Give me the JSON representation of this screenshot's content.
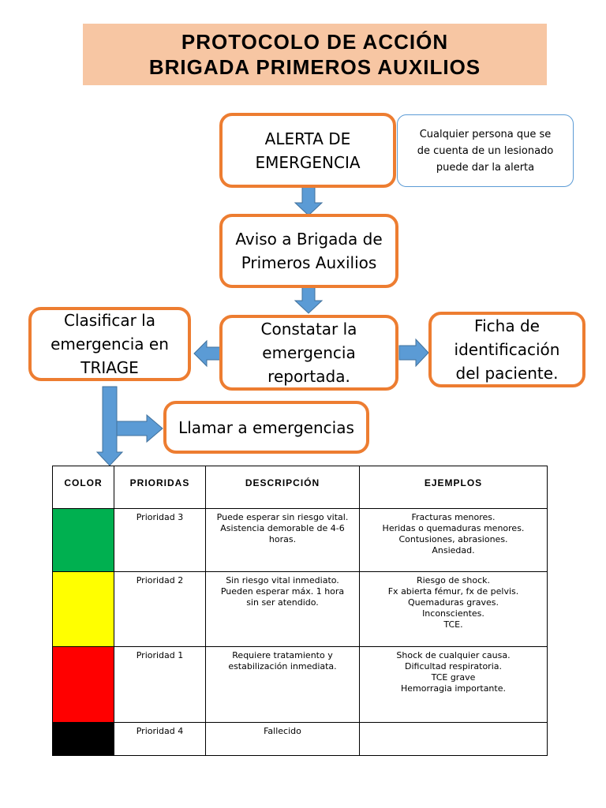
{
  "title": {
    "line1": "PROTOCOLO DE ACCIÓN",
    "line2": "BRIGADA PRIMEROS AUXILIOS"
  },
  "flow": {
    "alerta": "ALERTA DE\nEMERGENCIA",
    "alerta_note": "Cualquier persona que se\nde cuenta de un lesionado\npuede dar la alerta",
    "aviso": "Aviso a Brigada de\nPrimeros Auxilios",
    "constatar": "Constatar la\nemergencia\nreportada.",
    "clasificar": "Clasificar la\nemergencia en\nTRIAGE",
    "ficha": "Ficha de\nidentificación\ndel paciente.",
    "llamar": "Llamar a emergencias"
  },
  "colors": {
    "box_border": "#ed7d31",
    "arrow": "#5b9bd5",
    "banner": "#f7c6a3"
  },
  "table": {
    "headers": [
      "COLOR",
      "PRIORIDAS",
      "DESCRIPCIÓN",
      "EJEMPLOS"
    ],
    "rows": [
      {
        "color": "#00b050",
        "priority": "Prioridad 3",
        "description": "Puede esperar sin riesgo vital.\nAsistencia demorable de 4-6\nhoras.",
        "examples": "Fracturas menores.\nHeridas o quemaduras menores.\nContusiones, abrasiones.\nAnsiedad."
      },
      {
        "color": "#ffff00",
        "priority": "Prioridad 2",
        "description": "Sin riesgo vital inmediato.\nPueden esperar máx. 1  hora\nsin ser atendido.",
        "examples": "Riesgo de shock.\nFx abierta fémur, fx de pelvis.\nQuemaduras graves.\nInconscientes.\nTCE."
      },
      {
        "color": "#ff0000",
        "priority": "Prioridad 1",
        "description": "Requiere tratamiento y\nestabilización inmediata.",
        "examples": "Shock de cualquier causa.\nDificultad respiratoria.\nTCE grave\nHemorragia importante."
      },
      {
        "color": "#000000",
        "priority": "Prioridad 4",
        "description": "Fallecido",
        "examples": ""
      }
    ]
  }
}
